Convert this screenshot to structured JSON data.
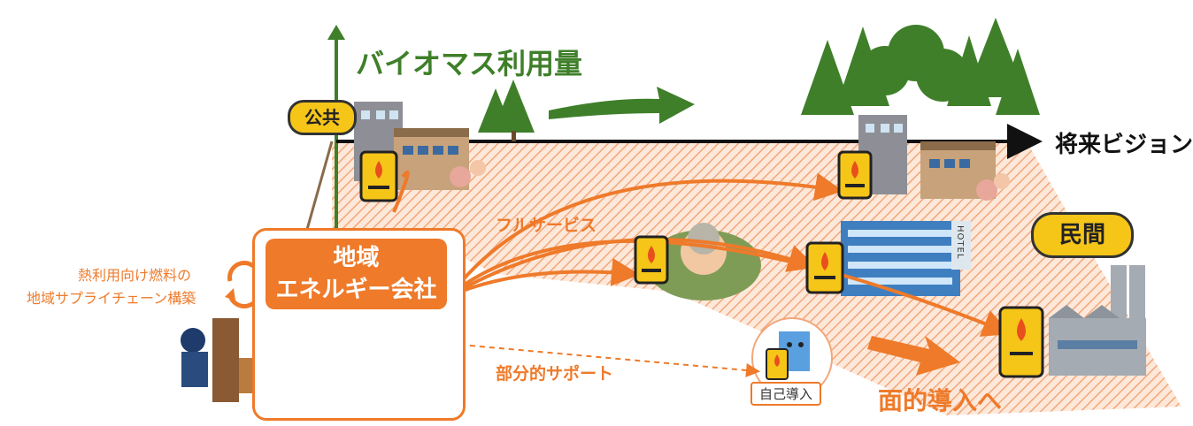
{
  "title": "バイオマス利用量",
  "future_vision": "将来ビジョン",
  "public_label": "公共",
  "private_label": "民間",
  "company": {
    "line1": "地域",
    "line2": "エネルギー会社"
  },
  "supply_chain": {
    "line1": "熱利用向け燃料の",
    "line2": "地域サプライチェーン構築"
  },
  "full_service": "フルサービス",
  "partial_support": "部分的サポート",
  "self_install": "自己導入",
  "area_install": "面的導入へ",
  "hotel_sign": "HOTEL",
  "colors": {
    "green": "#3f7f2a",
    "orange": "#ee7a2a",
    "yellow": "#f5c518",
    "hatch": "#f2b08a",
    "black": "#111111"
  }
}
